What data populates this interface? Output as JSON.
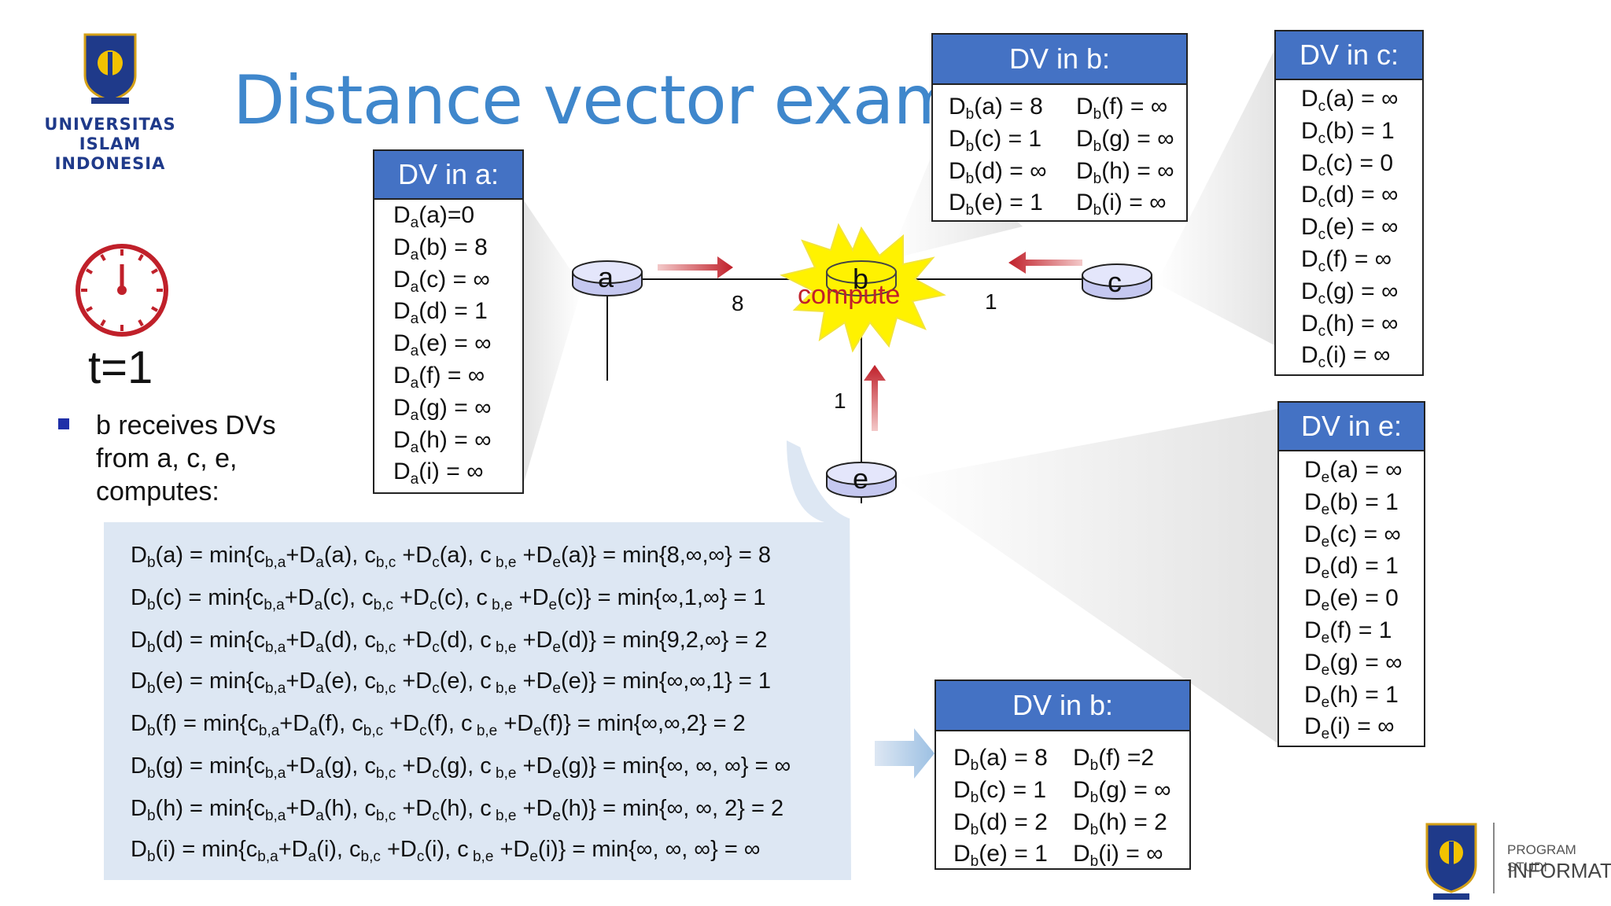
{
  "title": "Distance vector exam",
  "logo_univ": {
    "line1": "UNIVERSITAS",
    "line2": "ISLAM",
    "line3": "INDONESIA"
  },
  "t_label": "t=1",
  "bullet_text": [
    "b receives DVs",
    "from a, c, e,",
    "computes:"
  ],
  "compute_label": "compute",
  "nodes": {
    "a": "a",
    "b": "b",
    "c": "c",
    "e": "e"
  },
  "edge_labels": {
    "ab": "8",
    "bc": "1",
    "be": "1"
  },
  "dv_a": {
    "header": "DV in a:",
    "rows": [
      {
        "pre": "D",
        "sub": "a",
        "post": "(a)=0"
      },
      {
        "pre": "D",
        "sub": "a",
        "post": "(b) = 8"
      },
      {
        "pre": "D",
        "sub": "a",
        "post": "(c) = ∞"
      },
      {
        "pre": "D",
        "sub": "a",
        "post": "(d) = 1"
      },
      {
        "pre": "D",
        "sub": "a",
        "post": "(e) = ∞"
      },
      {
        "pre": "D",
        "sub": "a",
        "post": "(f) = ∞"
      },
      {
        "pre": "D",
        "sub": "a",
        "post": "(g) = ∞"
      },
      {
        "pre": "D",
        "sub": "a",
        "post": "(h) = ∞"
      },
      {
        "pre": "D",
        "sub": "a",
        "post": "(i) = ∞"
      }
    ]
  },
  "dv_b_old": {
    "header": "DV in b:",
    "left": [
      {
        "pre": "D",
        "sub": "b",
        "post": "(a) = 8"
      },
      {
        "pre": "D",
        "sub": "b",
        "post": "(c) = 1"
      },
      {
        "pre": "D",
        "sub": "b",
        "post": "(d) = ∞"
      },
      {
        "pre": "D",
        "sub": "b",
        "post": "(e) = 1"
      }
    ],
    "right": [
      {
        "pre": "D",
        "sub": "b",
        "post": "(f) = ∞"
      },
      {
        "pre": "D",
        "sub": "b",
        "post": "(g) = ∞"
      },
      {
        "pre": "D",
        "sub": "b",
        "post": "(h) = ∞"
      },
      {
        "pre": "D",
        "sub": "b",
        "post": "(i) = ∞"
      }
    ]
  },
  "dv_c": {
    "header": "DV in c:",
    "rows": [
      {
        "pre": "D",
        "sub": "c",
        "post": "(a) = ∞"
      },
      {
        "pre": "D",
        "sub": "c",
        "post": "(b) = 1"
      },
      {
        "pre": "D",
        "sub": "c",
        "post": "(c) = 0"
      },
      {
        "pre": "D",
        "sub": "c",
        "post": "(d) = ∞"
      },
      {
        "pre": "D",
        "sub": "c",
        "post": "(e) = ∞"
      },
      {
        "pre": "D",
        "sub": "c",
        "post": "(f) = ∞"
      },
      {
        "pre": "D",
        "sub": "c",
        "post": "(g) = ∞"
      },
      {
        "pre": "D",
        "sub": "c",
        "post": "(h) = ∞"
      },
      {
        "pre": "D",
        "sub": "c",
        "post": "(i) = ∞"
      }
    ]
  },
  "dv_e": {
    "header": "DV in e:",
    "rows": [
      {
        "pre": "D",
        "sub": "e",
        "post": "(a) = ∞"
      },
      {
        "pre": "D",
        "sub": "e",
        "post": "(b) = 1"
      },
      {
        "pre": "D",
        "sub": "e",
        "post": "(c) = ∞"
      },
      {
        "pre": "D",
        "sub": "e",
        "post": "(d) = 1"
      },
      {
        "pre": "D",
        "sub": "e",
        "post": "(e) = 0"
      },
      {
        "pre": "D",
        "sub": "e",
        "post": "(f) = 1"
      },
      {
        "pre": "D",
        "sub": "e",
        "post": "(g) = ∞"
      },
      {
        "pre": "D",
        "sub": "e",
        "post": "(h) = 1"
      },
      {
        "pre": "D",
        "sub": "e",
        "post": "(i) = ∞"
      }
    ]
  },
  "dv_b_new": {
    "header": "DV in b:",
    "left": [
      {
        "pre": "D",
        "sub": "b",
        "post": "(a) = 8"
      },
      {
        "pre": "D",
        "sub": "b",
        "post": "(c) = 1"
      },
      {
        "pre": "D",
        "sub": "b",
        "post": "(d) = 2"
      },
      {
        "pre": "D",
        "sub": "b",
        "post": "(e) = 1"
      }
    ],
    "right": [
      {
        "pre": "D",
        "sub": "b",
        "post": "(f) =2"
      },
      {
        "pre": "D",
        "sub": "b",
        "post": "(g) = ∞"
      },
      {
        "pre": "D",
        "sub": "b",
        "post": "(h) = 2"
      },
      {
        "pre": "D",
        "sub": "b",
        "post": "(i) = ∞"
      }
    ]
  },
  "equations": [
    {
      "dest": "a",
      "result": "min{8,∞,∞} = 8"
    },
    {
      "dest": "c",
      "result": "min{∞,1,∞} = 1"
    },
    {
      "dest": "d",
      "result": "min{9,2,∞} = 2"
    },
    {
      "dest": "e",
      "result": "min{∞,∞,1} = 1"
    },
    {
      "dest": "f",
      "result": "min{∞,∞,2} = 2"
    },
    {
      "dest": "g",
      "result": "min{∞, ∞, ∞} = ∞"
    },
    {
      "dest": "h",
      "result": "min{∞, ∞, 2} = 2"
    },
    {
      "dest": "i",
      "result": "min{∞, ∞, ∞} = ∞"
    }
  ],
  "program": {
    "line1": "PROGRAM STUDI",
    "line2": "INFORMATIKA"
  },
  "colors": {
    "title": "#3f87cc",
    "header": "#4472c4",
    "panel": "#dde7f3",
    "compute": "#c0202a",
    "clock": "#c0202a"
  }
}
